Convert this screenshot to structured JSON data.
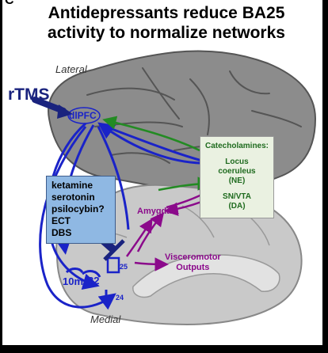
{
  "figure": {
    "panel_letter": "C",
    "title_line1": "Antidepressants reduce BA25",
    "title_line2": "activity to normalize networks"
  },
  "labels": {
    "lateral": "Lateral",
    "medial": "Medial",
    "rtms": "rTMS",
    "dlpfc": "dlPFC",
    "amygdala": "Amygdala",
    "visceromotor_line1": "Visceromotor",
    "visceromotor_line2": "Outputs",
    "area_10m": "10m",
    "area_32": "32",
    "area_25": "25",
    "area_24": "24"
  },
  "treatments": [
    "ketamine",
    "serotonin",
    "psilocybin?",
    "ECT",
    "DBS"
  ],
  "catecholamines": {
    "title": "Catecholamines:",
    "locus_line1": "Locus",
    "locus_line2": "coeruleus",
    "locus_line3": "(NE)",
    "sn_line1": "SN/VTA",
    "sn_line2": "(DA)"
  },
  "colors": {
    "cortex_gray": "#8c8c8c",
    "medial_gray": "#c9c9c9",
    "blue_pathway": "#1a23c8",
    "dark_blue": "#1a237e",
    "green_pathway": "#238b23",
    "magenta_pathway": "#8b0a8b",
    "treatment_box": "#8fb8e3",
    "catecholamine_box": "#eaf1e1"
  }
}
